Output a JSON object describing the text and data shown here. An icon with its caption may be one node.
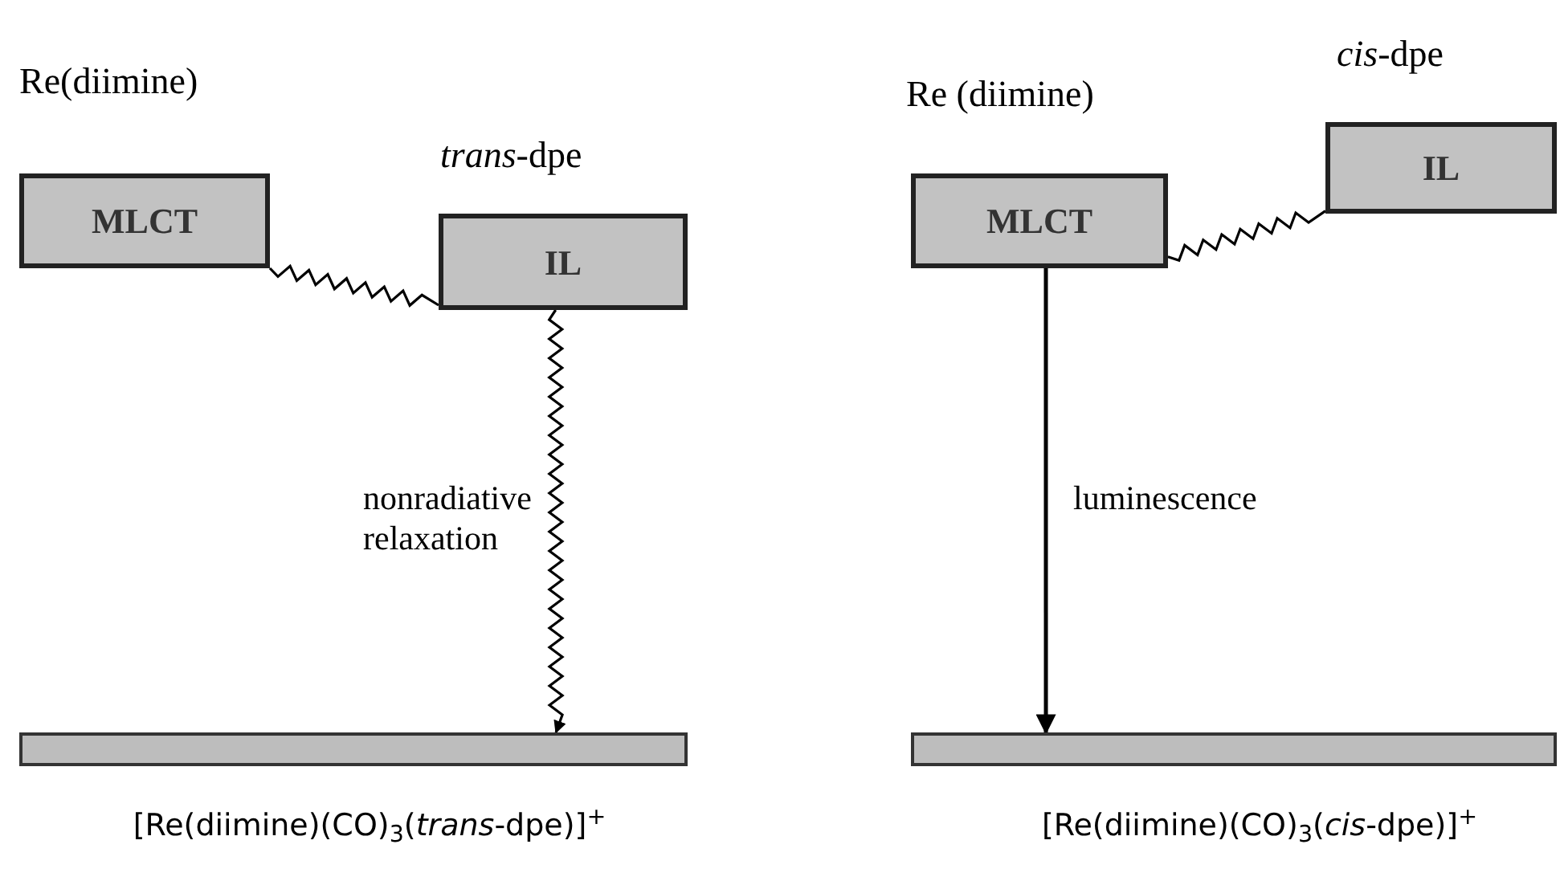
{
  "diagram": {
    "nodes": [
      {
        "text": [
          "MLCT"
        ],
        "beside": [
          "Re(diimine)"
        ]
      },
      {
        "text": [
          "IL"
        ],
        "beside": [
          "*trans*-dpe"
        ]
      },
      {
        "text": [],
        "shape": "bar",
        "beside": [
          "[Re(diimine)(CO)$_{3}$(*trans*-dpe)]$^{+}$"
        ]
      },
      {
        "text": [
          "MLCT"
        ],
        "beside": [
          "Re (diimine)"
        ]
      },
      {
        "text": [
          "IL"
        ],
        "beside": [
          "*cis*-dpe"
        ]
      },
      {
        "text": [],
        "shape": "bar",
        "beside": [
          "[Re(diimine)(CO)$_{3}$(*cis*-dpe)]$^{+}$"
        ]
      }
    ],
    "edges": [
      {
        "from": 0,
        "to": 1,
        "arrow": "none"
      },
      {
        "from": 1,
        "to": 2,
        "arrow": "to",
        "label": "nonradiative relaxation"
      },
      {
        "from": 3,
        "to": 4,
        "arrow": "none"
      },
      {
        "from": 3,
        "to": 5,
        "arrow": "to",
        "label": "luminescence"
      }
    ]
  }
}
